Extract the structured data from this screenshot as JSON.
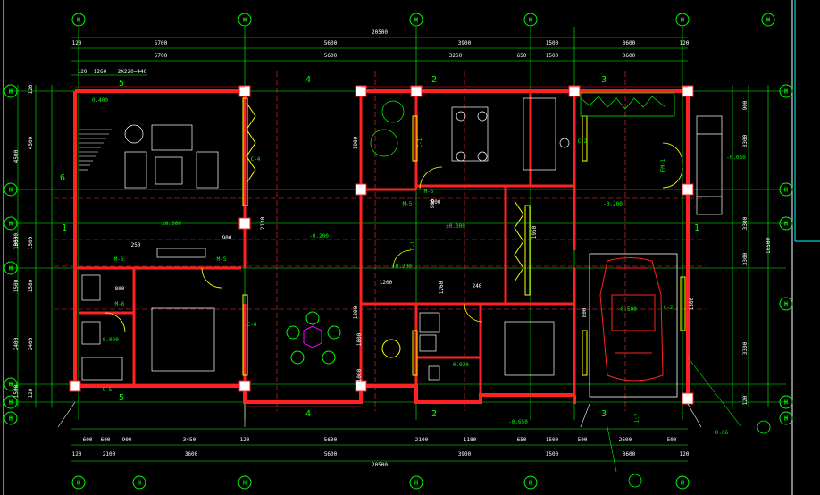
{
  "axes": {
    "top": [
      "H",
      "H",
      "H",
      "H",
      "H",
      "H"
    ],
    "left": [
      "H",
      "H",
      "H",
      "H",
      "H",
      "H",
      "H"
    ],
    "right": [
      "H",
      "H",
      "H",
      "H",
      "H",
      "H"
    ],
    "bottom": [
      "H",
      "H",
      "H",
      "H",
      "H",
      "H"
    ]
  },
  "dims": {
    "total_width": "20500",
    "top_row1": [
      "120",
      "5700",
      "5600",
      "3900",
      "1500",
      "3600",
      "120"
    ],
    "top_row2": [
      "5700",
      "5600",
      "3250",
      "650",
      "1500",
      "3600"
    ],
    "top_row3": [
      "120",
      "1260",
      "2X220=440"
    ],
    "bottom_row1": [
      "600",
      "600",
      "900",
      "3450",
      "120",
      "5600",
      "2100",
      "1180",
      "650",
      "1500",
      "500",
      "2600",
      "500"
    ],
    "bottom_row2": [
      "120",
      "2100",
      "3600",
      "5600",
      "3900",
      "1500",
      "3600",
      "120"
    ],
    "left_outer": [
      "10500",
      "4500",
      "1500",
      "1500",
      "2400",
      "1500"
    ],
    "left_inner": [
      "120",
      "4500",
      "1500",
      "1580",
      "2400",
      "120"
    ],
    "right_outer": [
      "900",
      "3300",
      "3300",
      "3300",
      "3300",
      "120"
    ],
    "right_total": "10500",
    "interior": [
      "1900",
      "2130",
      "1800",
      "1260",
      "900",
      "1950",
      "1800",
      "1000",
      "800",
      "1500"
    ],
    "door_labels": [
      "900",
      "250",
      "900",
      "800",
      "1200",
      "240"
    ]
  },
  "elevations": [
    "±0.000",
    "-0.200",
    "±0.000",
    "-0.020",
    "-0.020",
    "-0.500",
    "-0.200",
    "-0.050",
    "-0.200",
    "-0.650",
    "0.400"
  ],
  "tags": [
    "M-6",
    "M-5",
    "M-5",
    "M-5",
    "M-6",
    "C-1",
    "C-2",
    "C-4",
    "C-4",
    "C-5",
    "C-1",
    "FM-1",
    "C-2"
  ],
  "section_numbers": [
    "1",
    "1",
    "2",
    "2",
    "3",
    "3",
    "4",
    "4",
    "5",
    "5",
    "6"
  ],
  "callouts": [
    "1:7",
    "0.06"
  ]
}
